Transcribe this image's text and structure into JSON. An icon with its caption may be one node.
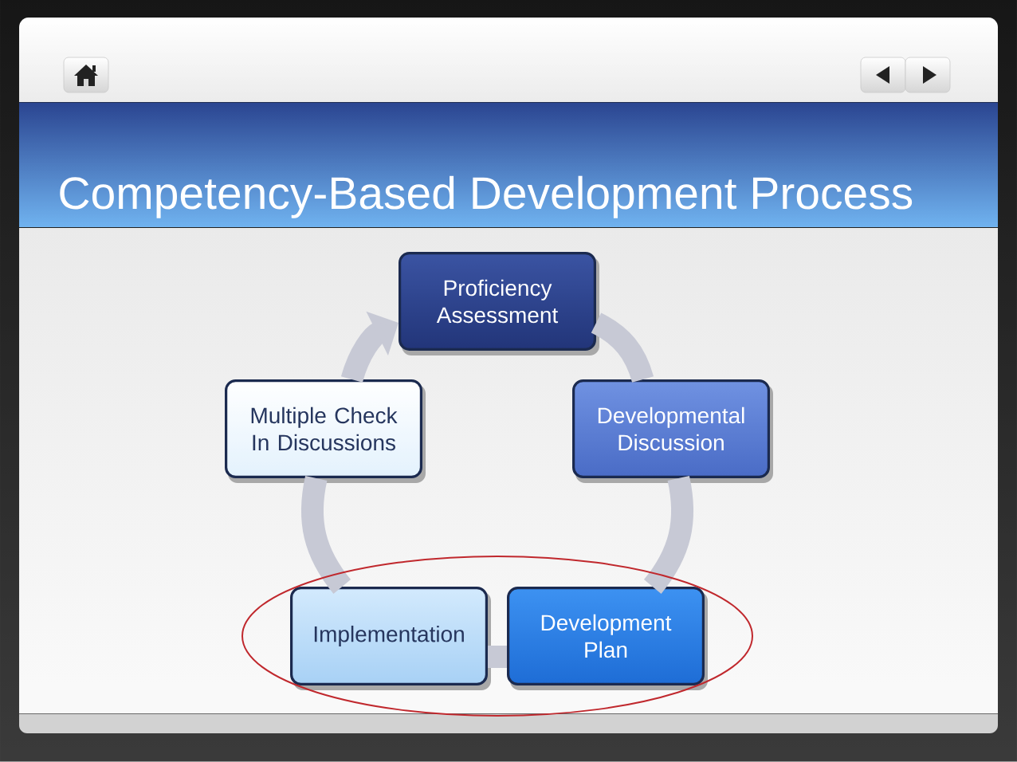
{
  "diagram": {
    "title": "Competency-Based Development Process",
    "nodes": [
      {
        "text": [
          "Proficiency Assessment"
        ]
      },
      {
        "text": [
          "Developmental Discussion"
        ]
      },
      {
        "text": [
          "Development Plan"
        ]
      },
      {
        "text": [
          "Implementation"
        ]
      },
      {
        "text": [
          "Multiple Check In Discussions"
        ]
      }
    ],
    "edges": [
      {
        "from": 0,
        "to": 1,
        "arrow": "none"
      },
      {
        "from": 1,
        "to": 2,
        "arrow": "none"
      },
      {
        "from": 2,
        "to": 3,
        "arrow": "none"
      },
      {
        "from": 3,
        "to": 4,
        "arrow": "none"
      },
      {
        "from": 4,
        "to": 0,
        "arrow": "to"
      }
    ]
  }
}
